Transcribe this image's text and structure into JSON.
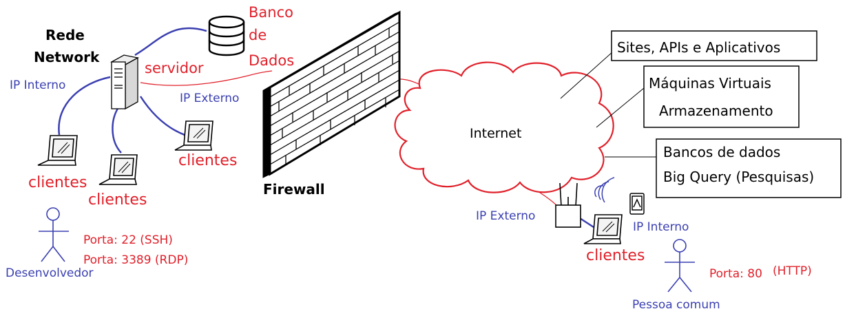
{
  "network": {
    "title_line1": "Rede",
    "title_line2": "Network",
    "ip_interno": "IP Interno",
    "ip_externo": "IP Externo",
    "servidor": "servidor",
    "banco_line1": "Banco",
    "banco_line2": "de",
    "banco_line3": "Dados",
    "clientes_1": "clientes",
    "clientes_2": "clientes",
    "clientes_3": "clientes"
  },
  "developer": {
    "label": "Desenvolvedor",
    "port_ssh": "Porta: 22 (SSH)",
    "port_rdp": "Porta: 3389 (RDP)"
  },
  "firewall": {
    "label": "Firewall"
  },
  "internet": {
    "label": "Internet",
    "box1": "Sites, APIs e Aplicativos",
    "box2_line1": "Máquinas Virtuais",
    "box2_line2": "Armazenamento",
    "box3_line1": "Bancos de dados",
    "box3_line2": "Big Query (Pesquisas)"
  },
  "home": {
    "ip_externo": "IP Externo",
    "ip_interno": "IP Interno",
    "clientes": "clientes",
    "person": "Pessoa comum",
    "port_http_a": "Porta: 80",
    "port_http_b": "(HTTP)"
  },
  "colors": {
    "red": "#e0202a",
    "blue": "#3a3fb0",
    "black": "#000000"
  }
}
